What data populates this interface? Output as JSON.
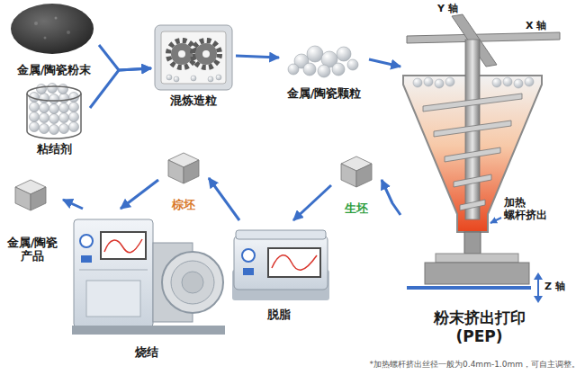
{
  "diagram": {
    "nodes": [
      {
        "text": [
          "金属/陶瓷粉末"
        ]
      },
      {
        "text": [
          "粘结剂"
        ]
      },
      {
        "text": [
          "混炼造粒"
        ]
      },
      {
        "text": [
          "金属/陶瓷颗粒"
        ]
      },
      {
        "text": [
          "粉末挤出打印 (PEP)"
        ]
      },
      {
        "text": [
          "生坯"
        ]
      },
      {
        "text": [
          "脱脂"
        ]
      },
      {
        "text": [
          "棕坯"
        ]
      },
      {
        "text": [
          "烧结"
        ]
      },
      {
        "text": [
          "金属/陶瓷 产品"
        ]
      }
    ],
    "edges": [
      {
        "from": 0,
        "to": 2,
        "arrow": "to"
      },
      {
        "from": 1,
        "to": 2,
        "arrow": "to"
      },
      {
        "from": 2,
        "to": 3,
        "arrow": "to"
      },
      {
        "from": 3,
        "to": 4,
        "arrow": "to"
      },
      {
        "from": 4,
        "to": 5,
        "arrow": "to"
      },
      {
        "from": 5,
        "to": 6,
        "arrow": "to"
      },
      {
        "from": 6,
        "to": 7,
        "arrow": "to"
      },
      {
        "from": 7,
        "to": 8,
        "arrow": "to"
      },
      {
        "from": 8,
        "to": 9,
        "arrow": "to"
      }
    ],
    "labels": [
      "Y 轴",
      "X 轴",
      "加热 螺杆挤出",
      "Z 轴",
      "*加热螺杆挤出丝径一般为0.4mm-1.0mm，可自主调整。"
    ]
  }
}
